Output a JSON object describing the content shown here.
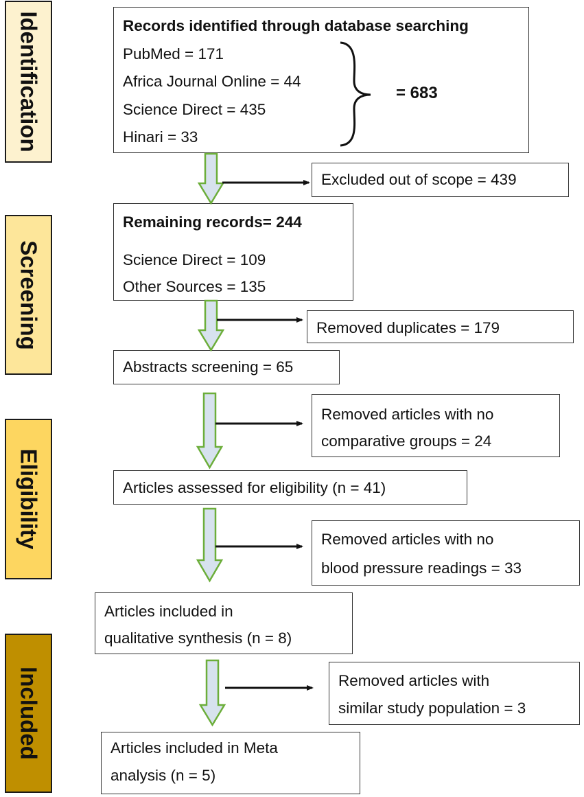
{
  "phases": {
    "identification": "Identification",
    "screening": "Screening",
    "eligibility": "Eligibility",
    "included": "Included"
  },
  "identification_box": {
    "heading": "Records identified through database searching",
    "sources": [
      "PubMed = 171",
      "Africa Journal Online = 44",
      "Science Direct = 435",
      "Hinari = 33"
    ],
    "total": "= 683"
  },
  "excluded_scope": "Excluded out of scope = 439",
  "remaining_box": {
    "heading": "Remaining records= 244",
    "sources": [
      "Science Direct = 109",
      "Other Sources = 135"
    ]
  },
  "removed_duplicates": "Removed duplicates = 179",
  "abstracts_screening": "Abstracts screening = 65",
  "removed_no_comparative": [
    "Removed articles with no",
    "comparative groups = 24"
  ],
  "assessed_eligibility": "Articles assessed for eligibility (n = 41)",
  "removed_no_bp": [
    "Removed articles with no",
    "blood pressure readings = 33"
  ],
  "qualitative_synthesis": [
    "Articles included in",
    "qualitative synthesis (n = 8)"
  ],
  "removed_similar_population": [
    "Removed articles with",
    "similar study population = 3"
  ],
  "meta_analysis": [
    "Articles included in Meta",
    "analysis (n = 5)"
  ],
  "colors": {
    "identification": "#fdf2cf",
    "screening": "#fde69a",
    "eligibility": "#fdd660",
    "included": "#bf8f00",
    "arrow_fill": "#d7e2ee",
    "arrow_stroke": "#6cae3a"
  }
}
